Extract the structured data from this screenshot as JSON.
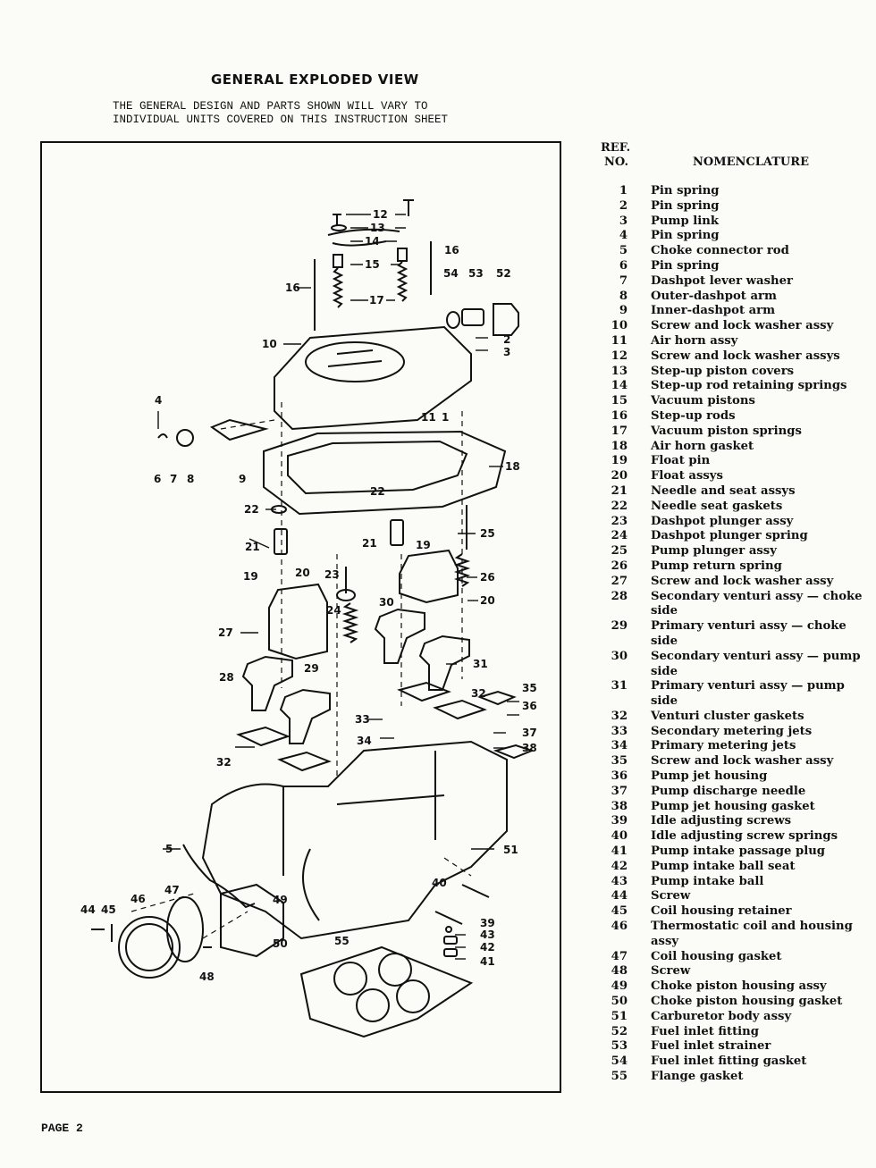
{
  "title": "GENERAL EXPLODED VIEW",
  "subtitle_line1": "THE GENERAL DESIGN AND PARTS SHOWN WILL VARY TO",
  "subtitle_line2": "INDIVIDUAL UNITS COVERED ON THIS INSTRUCTION SHEET",
  "ref_header_line1": "REF.",
  "ref_header_line2": "NO.",
  "nomenclature_header": "NOMENCLATURE",
  "page_label": "PAGE 2",
  "parts": [
    {
      "no": "1",
      "name": "Pin spring"
    },
    {
      "no": "2",
      "name": "Pin spring"
    },
    {
      "no": "3",
      "name": "Pump link"
    },
    {
      "no": "4",
      "name": "Pin spring"
    },
    {
      "no": "5",
      "name": "Choke connector rod"
    },
    {
      "no": "6",
      "name": "Pin spring"
    },
    {
      "no": "7",
      "name": "Dashpot lever washer"
    },
    {
      "no": "8",
      "name": "Outer-dashpot arm"
    },
    {
      "no": "9",
      "name": "Inner-dashpot arm"
    },
    {
      "no": "10",
      "name": "Screw and lock washer assy"
    },
    {
      "no": "11",
      "name": "Air horn assy"
    },
    {
      "no": "12",
      "name": "Screw and lock washer assys"
    },
    {
      "no": "13",
      "name": "Step-up piston covers"
    },
    {
      "no": "14",
      "name": "Step-up rod retaining springs"
    },
    {
      "no": "15",
      "name": "Vacuum pistons"
    },
    {
      "no": "16",
      "name": "Step-up rods"
    },
    {
      "no": "17",
      "name": "Vacuum piston springs"
    },
    {
      "no": "18",
      "name": "Air horn gasket"
    },
    {
      "no": "19",
      "name": "Float pin"
    },
    {
      "no": "20",
      "name": "Float assys"
    },
    {
      "no": "21",
      "name": "Needle and seat assys"
    },
    {
      "no": "22",
      "name": "Needle seat gaskets"
    },
    {
      "no": "23",
      "name": "Dashpot plunger assy"
    },
    {
      "no": "24",
      "name": "Dashpot plunger spring"
    },
    {
      "no": "25",
      "name": "Pump plunger assy"
    },
    {
      "no": "26",
      "name": "Pump return spring"
    },
    {
      "no": "27",
      "name": "Screw and lock washer assy"
    },
    {
      "no": "28",
      "name": "Secondary venturi assy — choke side"
    },
    {
      "no": "29",
      "name": "Primary venturi assy — choke side"
    },
    {
      "no": "30",
      "name": "Secondary venturi assy — pump side"
    },
    {
      "no": "31",
      "name": "Primary venturi assy — pump side"
    },
    {
      "no": "32",
      "name": "Venturi cluster gaskets"
    },
    {
      "no": "33",
      "name": "Secondary metering jets"
    },
    {
      "no": "34",
      "name": "Primary metering jets"
    },
    {
      "no": "35",
      "name": "Screw and lock washer assy"
    },
    {
      "no": "36",
      "name": "Pump jet housing"
    },
    {
      "no": "37",
      "name": "Pump discharge needle"
    },
    {
      "no": "38",
      "name": "Pump jet housing gasket"
    },
    {
      "no": "39",
      "name": "Idle adjusting screws"
    },
    {
      "no": "40",
      "name": "Idle adjusting screw springs"
    },
    {
      "no": "41",
      "name": "Pump intake passage plug"
    },
    {
      "no": "42",
      "name": "Pump intake ball seat"
    },
    {
      "no": "43",
      "name": "Pump intake ball"
    },
    {
      "no": "44",
      "name": "Screw"
    },
    {
      "no": "45",
      "name": "Coil housing retainer"
    },
    {
      "no": "46",
      "name": "Thermostatic coil and housing assy"
    },
    {
      "no": "47",
      "name": "Coil housing gasket"
    },
    {
      "no": "48",
      "name": "Screw"
    },
    {
      "no": "49",
      "name": "Choke piston housing assy"
    },
    {
      "no": "50",
      "name": "Choke piston housing gasket"
    },
    {
      "no": "51",
      "name": "Carburetor body assy"
    },
    {
      "no": "52",
      "name": "Fuel inlet fitting"
    },
    {
      "no": "53",
      "name": "Fuel inlet strainer"
    },
    {
      "no": "54",
      "name": "Fuel inlet fitting gasket"
    },
    {
      "no": "55",
      "name": "Flange gasket"
    }
  ],
  "callouts": [
    "1",
    "2",
    "3",
    "4",
    "5",
    "6",
    "7",
    "8",
    "9",
    "10",
    "11",
    "12",
    "13",
    "14",
    "15",
    "16",
    "17",
    "18",
    "19",
    "20",
    "21",
    "22",
    "23",
    "24",
    "25",
    "26",
    "27",
    "28",
    "29",
    "30",
    "31",
    "32",
    "33",
    "34",
    "35",
    "36",
    "37",
    "38",
    "39",
    "40",
    "41",
    "42",
    "43",
    "44",
    "45",
    "46",
    "47",
    "48",
    "49",
    "50",
    "51",
    "52",
    "53",
    "54",
    "55"
  ]
}
